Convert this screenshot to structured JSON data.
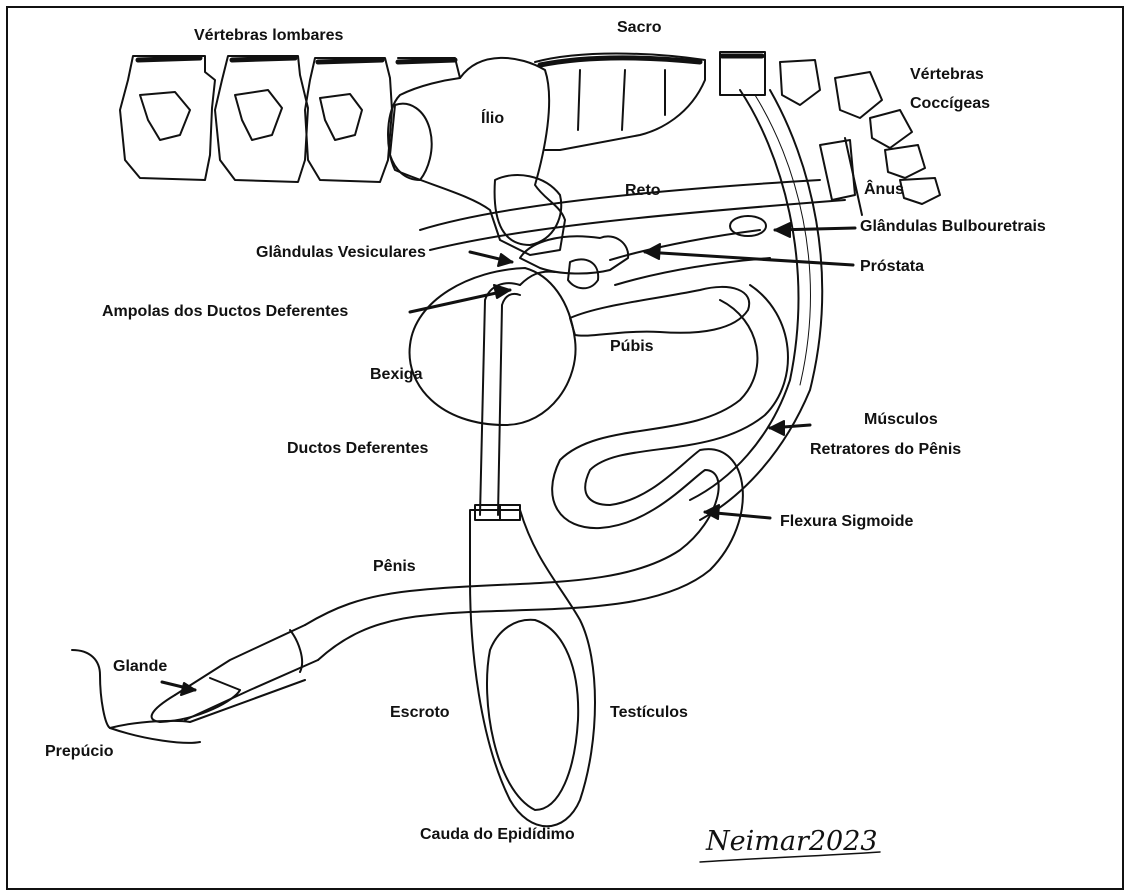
{
  "diagram": {
    "labels": {
      "vertebras_lombares": "Vértebras lombares",
      "sacro": "Sacro",
      "vertebras_coccigeas_l1": "Vértebras",
      "vertebras_coccigeas_l2": "Coccígeas",
      "ilio": "Ílio",
      "reto": "Reto",
      "anus": "Ânus",
      "glandulas_bulbouretrais": "Glândulas Bulbouretrais",
      "glandulas_vesiculares": "Glândulas Vesiculares",
      "prostata": "Próstata",
      "ampolas": "Ampolas dos Ductos Deferentes",
      "pubis": "Púbis",
      "bexiga": "Bexiga",
      "musculos_l1": "Músculos",
      "musculos_l2": "Retratores do Pênis",
      "ductos_deferentes": "Ductos Deferentes",
      "flexura_sigmoide": "Flexura Sigmoide",
      "penis": "Pênis",
      "glande": "Glande",
      "escroto": "Escroto",
      "testiculos": "Testículos",
      "prepucio": "Prepúcio",
      "cauda_epididimo": "Cauda do Epidídimo"
    },
    "signature": "Neimar2023"
  }
}
